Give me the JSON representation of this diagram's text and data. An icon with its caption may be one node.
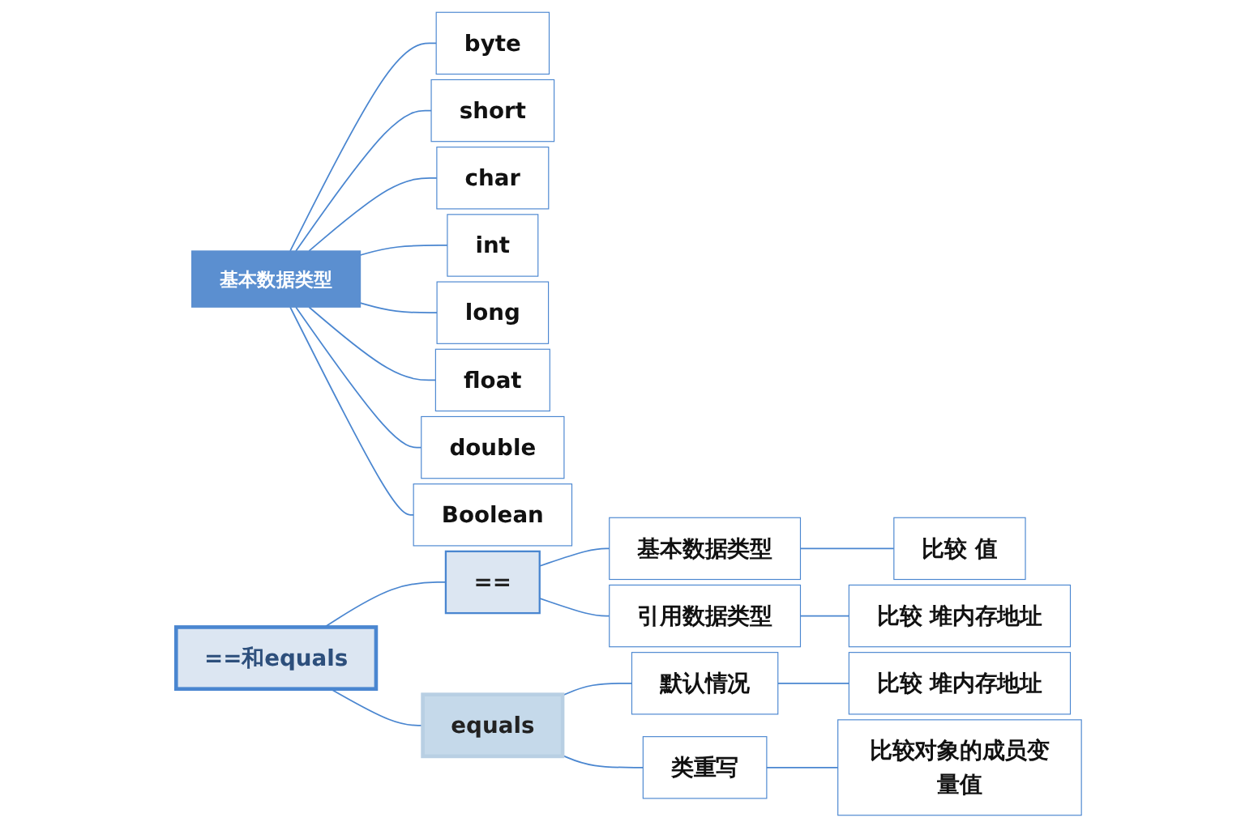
{
  "diagram": {
    "nodes": [
      {
        "text": [
          "基本数据类型"
        ]
      },
      {
        "text": [
          "byte"
        ]
      },
      {
        "text": [
          "short"
        ]
      },
      {
        "text": [
          "char"
        ]
      },
      {
        "text": [
          "int"
        ]
      },
      {
        "text": [
          "long"
        ]
      },
      {
        "text": [
          "float"
        ]
      },
      {
        "text": [
          "double"
        ]
      },
      {
        "text": [
          "Boolean"
        ]
      },
      {
        "text": [
          "==和equals"
        ]
      },
      {
        "text": [
          "=="
        ]
      },
      {
        "text": [
          "基本数据类型"
        ]
      },
      {
        "text": [
          "比较 值"
        ]
      },
      {
        "text": [
          "引用数据类型"
        ]
      },
      {
        "text": [
          "比较 堆内存地址"
        ]
      },
      {
        "text": [
          "equals"
        ]
      },
      {
        "text": [
          "默认情况"
        ]
      },
      {
        "text": [
          "比较 堆内存地址"
        ]
      },
      {
        "text": [
          "类重写"
        ]
      },
      {
        "text": [
          "比较对象的成员变量值"
        ]
      }
    ],
    "edges": [
      {
        "from": 0,
        "to": 1,
        "arrow": "none"
      },
      {
        "from": 0,
        "to": 2,
        "arrow": "none"
      },
      {
        "from": 0,
        "to": 3,
        "arrow": "none"
      },
      {
        "from": 0,
        "to": 4,
        "arrow": "none"
      },
      {
        "from": 0,
        "to": 5,
        "arrow": "none"
      },
      {
        "from": 0,
        "to": 6,
        "arrow": "none"
      },
      {
        "from": 0,
        "to": 7,
        "arrow": "none"
      },
      {
        "from": 0,
        "to": 8,
        "arrow": "none"
      },
      {
        "from": 9,
        "to": 10,
        "arrow": "none"
      },
      {
        "from": 9,
        "to": 15,
        "arrow": "none"
      },
      {
        "from": 10,
        "to": 11,
        "arrow": "none"
      },
      {
        "from": 11,
        "to": 12,
        "arrow": "none"
      },
      {
        "from": 10,
        "to": 13,
        "arrow": "none"
      },
      {
        "from": 13,
        "to": 14,
        "arrow": "none"
      },
      {
        "from": 15,
        "to": 16,
        "arrow": "none"
      },
      {
        "from": 16,
        "to": 17,
        "arrow": "none"
      },
      {
        "from": 15,
        "to": 18,
        "arrow": "none"
      },
      {
        "from": 18,
        "to": 19,
        "arrow": "none"
      }
    ]
  }
}
